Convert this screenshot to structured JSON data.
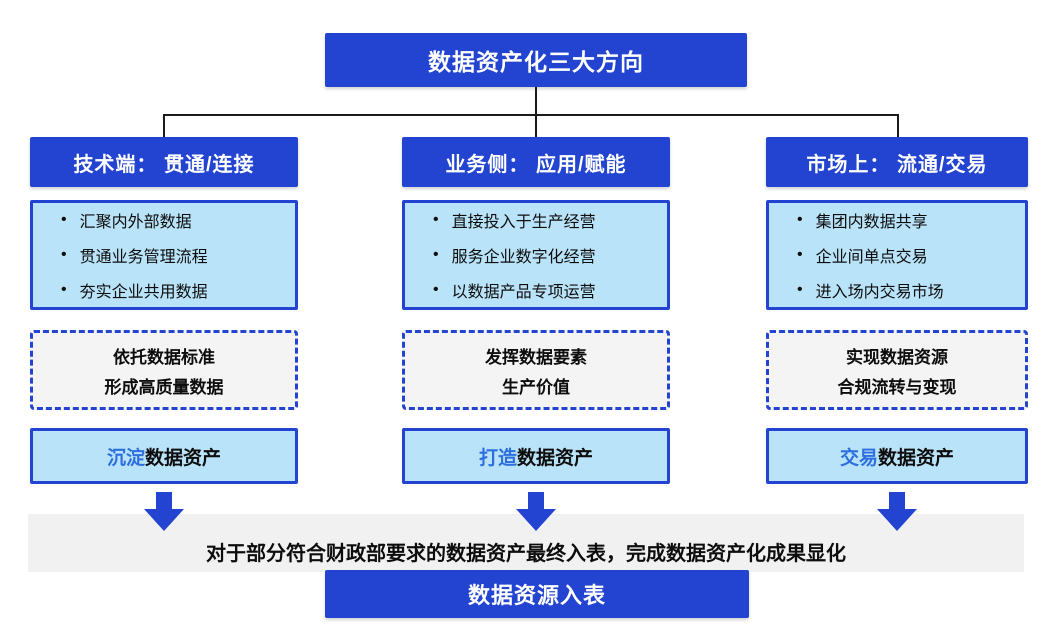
{
  "title": "数据资产化三大方向",
  "columns": [
    {
      "header": "技术端： 贯通/连接",
      "bullets": [
        "汇聚内外部数据",
        "贯通业务管理流程",
        "夯实企业共用数据"
      ],
      "dashed_lines": [
        "依托数据标准",
        "形成高质量数据"
      ],
      "asset": {
        "highlight": "沉淀",
        "rest": "数据资产"
      }
    },
    {
      "header": "业务侧： 应用/赋能",
      "bullets": [
        "直接投入于生产经营",
        "服务企业数字化经营",
        "以数据产品专项运营"
      ],
      "dashed_lines": [
        "发挥数据要素",
        "生产价值"
      ],
      "asset": {
        "highlight": "打造",
        "rest": "数据资产"
      }
    },
    {
      "header": "市场上： 流通/交易",
      "bullets": [
        "集团内数据共享",
        "企业间单点交易",
        "进入场内交易市场"
      ],
      "dashed_lines": [
        "实现数据资源",
        "合规流转与变现"
      ],
      "asset": {
        "highlight": "交易",
        "rest": "数据资产"
      }
    }
  ],
  "footer_note": "对于部分符合财政部要求的数据资产最终入表，完成数据资产化成果显化",
  "footer_box": "数据资源入表",
  "colors": {
    "primary_blue": "#2244d1",
    "light_blue_fill": "#b9e3f8",
    "accent_text_blue": "#2e6fe0",
    "dashed_fill": "#f4f4f4",
    "band_gray": "#f1f1f1",
    "connector_line": "#1a1a1a"
  }
}
